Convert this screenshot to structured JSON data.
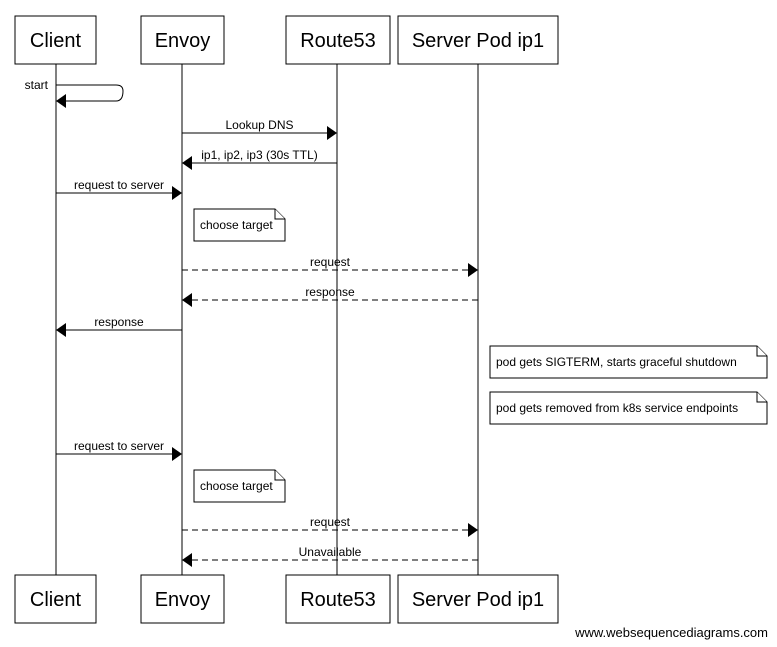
{
  "diagram": {
    "actors": [
      {
        "id": "client",
        "label": "Client"
      },
      {
        "id": "envoy",
        "label": "Envoy"
      },
      {
        "id": "route53",
        "label": "Route53"
      },
      {
        "id": "serverpod",
        "label": "Server Pod ip1"
      }
    ],
    "messages": [
      {
        "from": "client",
        "to": "client",
        "label": "start",
        "style": "solid",
        "self": true
      },
      {
        "from": "envoy",
        "to": "route53",
        "label": "Lookup DNS",
        "style": "solid"
      },
      {
        "from": "route53",
        "to": "envoy",
        "label": "ip1, ip2, ip3 (30s TTL)",
        "style": "solid"
      },
      {
        "from": "client",
        "to": "envoy",
        "label": "request to server",
        "style": "solid"
      },
      {
        "note": true,
        "over": "envoy",
        "label": "choose target"
      },
      {
        "from": "envoy",
        "to": "serverpod",
        "label": "request",
        "style": "dashed"
      },
      {
        "from": "serverpod",
        "to": "envoy",
        "label": "response",
        "style": "dashed"
      },
      {
        "from": "envoy",
        "to": "client",
        "label": "response",
        "style": "solid"
      },
      {
        "note": true,
        "over": "serverpod",
        "label": "pod gets SIGTERM, starts graceful shutdown"
      },
      {
        "note": true,
        "over": "serverpod",
        "label": "pod gets removed from k8s service endpoints"
      },
      {
        "from": "client",
        "to": "envoy",
        "label": "request to server",
        "style": "solid"
      },
      {
        "note": true,
        "over": "envoy",
        "label": "choose target"
      },
      {
        "from": "envoy",
        "to": "serverpod",
        "label": "request",
        "style": "dashed"
      },
      {
        "from": "serverpod",
        "to": "envoy",
        "label": "Unavailable",
        "style": "dashed"
      }
    ],
    "footer": "www.websequencediagrams.com"
  }
}
